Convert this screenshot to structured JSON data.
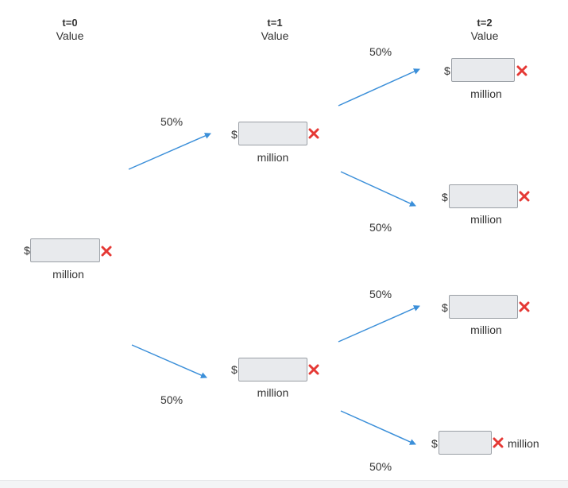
{
  "headers": [
    {
      "time": "t=0",
      "sub": "Value"
    },
    {
      "time": "t=1",
      "sub": "Value"
    },
    {
      "time": "t=2",
      "sub": "Value"
    }
  ],
  "currency_symbol": "$",
  "unit_label": "million",
  "probability_label": "50%",
  "nodes": {
    "t0": {
      "value": "",
      "placeholder": ""
    },
    "t1_up": {
      "value": "",
      "placeholder": ""
    },
    "t1_down": {
      "value": "",
      "placeholder": ""
    },
    "t2_uu": {
      "value": "",
      "placeholder": ""
    },
    "t2_ud": {
      "value": "",
      "placeholder": ""
    },
    "t2_du": {
      "value": "",
      "placeholder": ""
    },
    "t2_dd": {
      "value": "",
      "placeholder": ""
    }
  },
  "colors": {
    "arrow": "#3b8fd9",
    "incorrect_mark": "#e53935",
    "input_bg": "#e8eaed"
  },
  "icons": {
    "status": "close-icon",
    "arrow": "arrow-right-icon"
  }
}
